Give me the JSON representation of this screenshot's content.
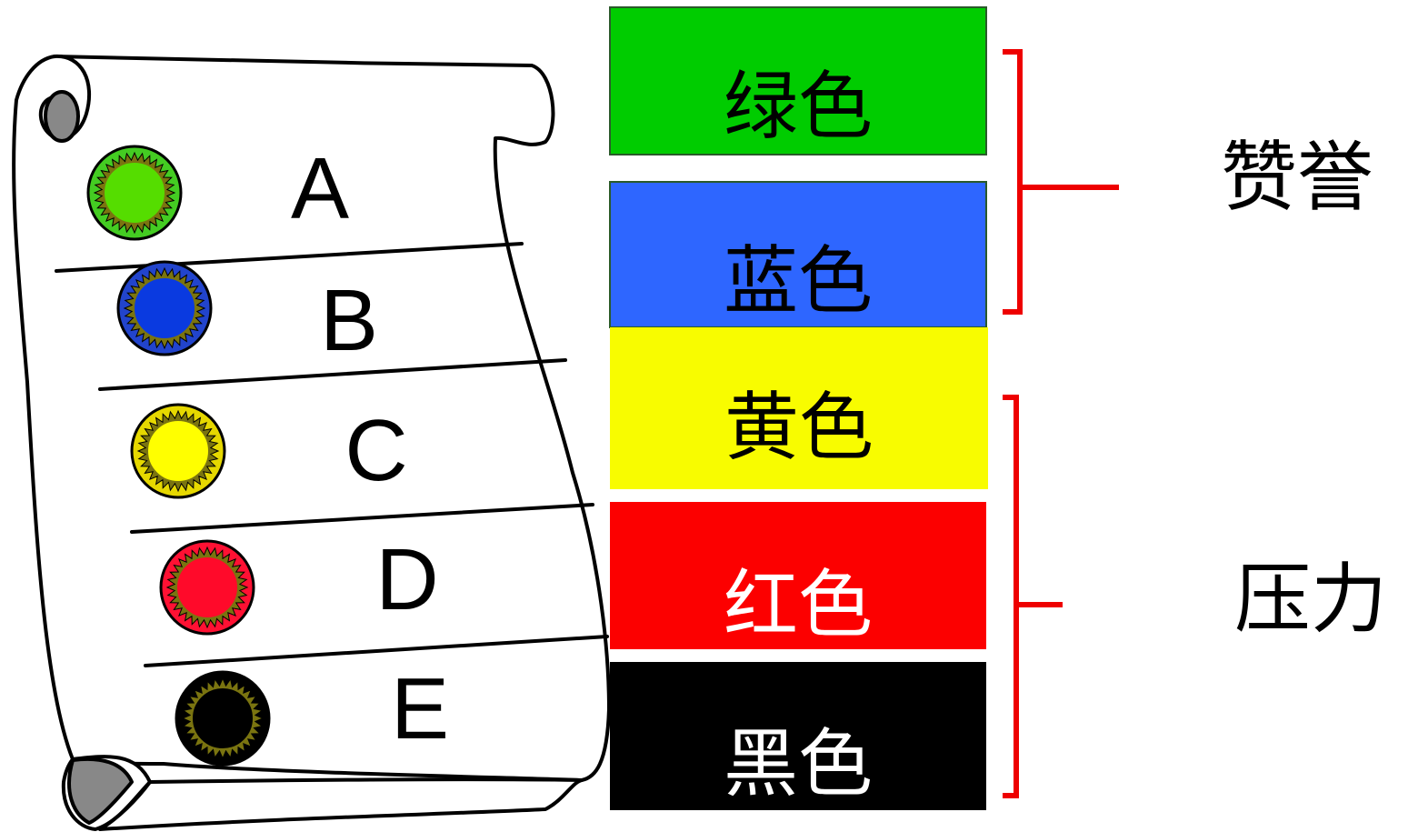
{
  "scroll": {
    "rows": [
      {
        "letter": "A",
        "badge_outer": "#44cc22",
        "badge_inner": "#55dd00"
      },
      {
        "letter": "B",
        "badge_outer": "#2244cc",
        "badge_inner": "#0a3ae0"
      },
      {
        "letter": "C",
        "badge_outer": "#e6d800",
        "badge_inner": "#ffff00"
      },
      {
        "letter": "D",
        "badge_outer": "#ff1133",
        "badge_inner": "#ff0a2a"
      },
      {
        "letter": "E",
        "badge_outer": "#000000",
        "badge_inner": "#000000"
      }
    ]
  },
  "color_boxes": [
    {
      "label": "绿色",
      "fill": "#00cc00",
      "text_color": "#000000"
    },
    {
      "label": "蓝色",
      "fill": "#2e66ff",
      "text_color": "#000000"
    },
    {
      "label": "黄色",
      "fill": "#f8fc00",
      "text_color": "#000000"
    },
    {
      "label": "红色",
      "fill": "#fc0000",
      "text_color": "#ffffff"
    },
    {
      "label": "黑色",
      "fill": "#000000",
      "text_color": "#ffffff"
    }
  ],
  "groups": [
    {
      "label": "赞誉",
      "bracket_color": "#ee0000"
    },
    {
      "label": "压力",
      "bracket_color": "#ee0000"
    }
  ]
}
